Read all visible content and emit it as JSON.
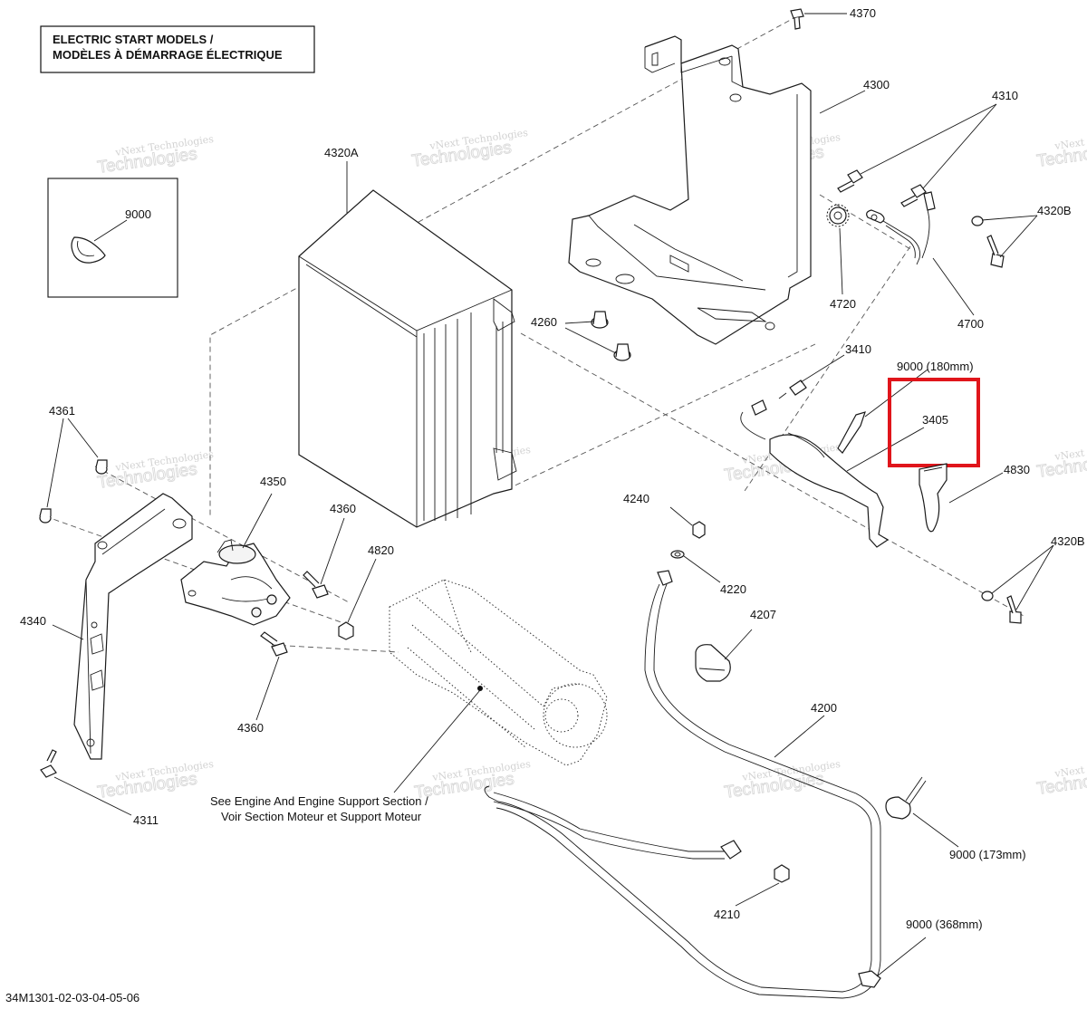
{
  "title": {
    "line1": "ELECTRIC START MODELS /",
    "line2": "MODÈLES À DÉMARRAGE ÉLECTRIQUE"
  },
  "watermark": {
    "line1": "vNext Technologies",
    "line2": "Technologies"
  },
  "inset_label": "9000",
  "callouts": {
    "c4370": "4370",
    "c4300": "4300",
    "c4310": "4310",
    "c4320A": "4320A",
    "c4320B_top": "4320B",
    "c4320B_bottom": "4320B",
    "c4720": "4720",
    "c4700": "4700",
    "c4260": "4260",
    "c3410": "3410",
    "c9000_180": "9000 (180mm)",
    "c3405": "3405",
    "c4830": "4830",
    "c4361": "4361",
    "c4350": "4350",
    "c4360_top": "4360",
    "c4360_bottom": "4360",
    "c4820": "4820",
    "c4340": "4340",
    "c4240": "4240",
    "c4220": "4220",
    "c4207": "4207",
    "c4200": "4200",
    "c4311": "4311",
    "c4210": "4210",
    "c9000_173": "9000 (173mm)",
    "c9000_368": "9000 (368mm)"
  },
  "engine_note": {
    "line1": "See Engine And Engine Support Section /",
    "line2": "Voir Section Moteur et Support Moteur"
  },
  "diagram_code": "34M1301-02-03-04-05-06",
  "highlight_color": "#e0151b"
}
